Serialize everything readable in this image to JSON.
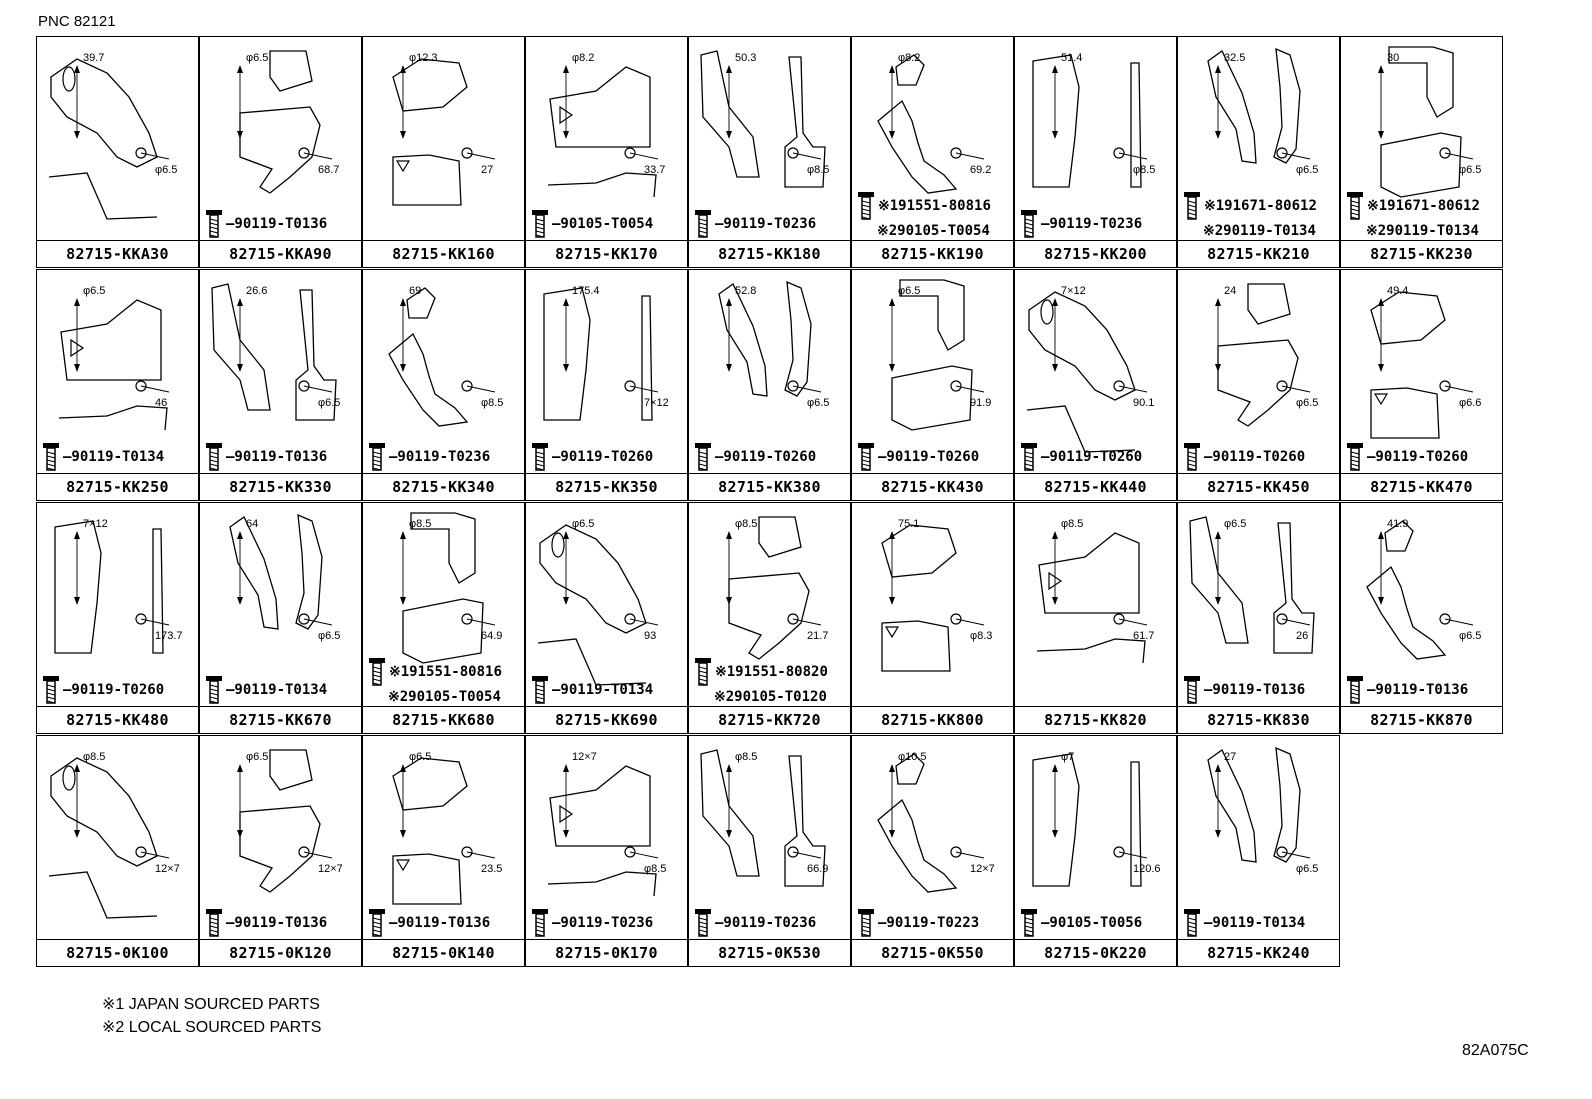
{
  "header": {
    "pnc": "PNC 82121"
  },
  "footer": {
    "note1": "※1 JAPAN SOURCED PARTS",
    "note2": "※2 LOCAL SOURCED PARTS",
    "code": "82A075C"
  },
  "rows": [
    [
      {
        "part": "82715-KKA30",
        "bolts": [],
        "dims": [
          "39.7",
          "φ6.5"
        ]
      },
      {
        "part": "82715-KKA90",
        "bolts": [
          "90119-T0136"
        ],
        "dims": [
          "φ6.5",
          "68.7"
        ]
      },
      {
        "part": "82715-KK160",
        "bolts": [],
        "dims": [
          "φ12.3",
          "27"
        ]
      },
      {
        "part": "82715-KK170",
        "bolts": [
          "90105-T0054"
        ],
        "dims": [
          "φ8.2",
          "33.7"
        ]
      },
      {
        "part": "82715-KK180",
        "bolts": [
          "90119-T0236"
        ],
        "dims": [
          "50.3",
          "φ8.5"
        ]
      },
      {
        "part": "82715-KK190",
        "bolts": [
          "※191551-80816",
          "※290105-T0054"
        ],
        "dims": [
          "φ8.2",
          "69.2"
        ]
      },
      {
        "part": "82715-KK200",
        "bolts": [
          "90119-T0236"
        ],
        "dims": [
          "51.4",
          "φ8.5"
        ]
      },
      {
        "part": "82715-KK210",
        "bolts": [
          "※191671-80612",
          "※290119-T0134"
        ],
        "dims": [
          "32.5",
          "φ6.5"
        ]
      },
      {
        "part": "82715-KK230",
        "bolts": [
          "※191671-80612",
          "※290119-T0134"
        ],
        "dims": [
          "30",
          "φ6.5"
        ]
      }
    ],
    [
      {
        "part": "82715-KK250",
        "bolts": [
          "90119-T0134"
        ],
        "dims": [
          "φ6.5",
          "46"
        ]
      },
      {
        "part": "82715-KK330",
        "bolts": [
          "90119-T0136"
        ],
        "dims": [
          "26.6",
          "φ6.5"
        ]
      },
      {
        "part": "82715-KK340",
        "bolts": [
          "90119-T0236"
        ],
        "dims": [
          "69",
          "φ8.5"
        ]
      },
      {
        "part": "82715-KK350",
        "bolts": [
          "90119-T0260"
        ],
        "dims": [
          "175.4",
          "7×12"
        ]
      },
      {
        "part": "82715-KK380",
        "bolts": [
          "90119-T0260"
        ],
        "dims": [
          "52.8",
          "φ6.5"
        ]
      },
      {
        "part": "82715-KK430",
        "bolts": [
          "90119-T0260"
        ],
        "dims": [
          "φ6.5",
          "91.9"
        ]
      },
      {
        "part": "82715-KK440",
        "bolts": [
          "90119-T0260"
        ],
        "dims": [
          "7×12",
          "90.1"
        ]
      },
      {
        "part": "82715-KK450",
        "bolts": [
          "90119-T0260"
        ],
        "dims": [
          "24",
          "φ6.5"
        ]
      },
      {
        "part": "82715-KK470",
        "bolts": [
          "90119-T0260"
        ],
        "dims": [
          "49.4",
          "φ6.6"
        ]
      }
    ],
    [
      {
        "part": "82715-KK480",
        "bolts": [
          "90119-T0260"
        ],
        "dims": [
          "7×12",
          "173.7"
        ]
      },
      {
        "part": "82715-KK670",
        "bolts": [
          "90119-T0134"
        ],
        "dims": [
          "64",
          "φ6.5"
        ]
      },
      {
        "part": "82715-KK680",
        "bolts": [
          "※191551-80816",
          "※290105-T0054"
        ],
        "dims": [
          "φ8.5",
          "64.9"
        ]
      },
      {
        "part": "82715-KK690",
        "bolts": [
          "90119-T0134"
        ],
        "dims": [
          "φ6.5",
          "93"
        ]
      },
      {
        "part": "82715-KK720",
        "bolts": [
          "※191551-80820",
          "※290105-T0120"
        ],
        "dims": [
          "φ8.5",
          "21.7"
        ]
      },
      {
        "part": "82715-KK800",
        "bolts": [],
        "dims": [
          "75.1",
          "φ8.3"
        ]
      },
      {
        "part": "82715-KK820",
        "bolts": [],
        "dims": [
          "φ8.5",
          "61.7"
        ]
      },
      {
        "part": "82715-KK830",
        "bolts": [
          "90119-T0136"
        ],
        "dims": [
          "φ6.5",
          "26"
        ]
      },
      {
        "part": "82715-KK870",
        "bolts": [
          "90119-T0136"
        ],
        "dims": [
          "41.9",
          "φ6.5"
        ]
      }
    ],
    [
      {
        "part": "82715-0K100",
        "bolts": [],
        "dims": [
          "φ8.5",
          "12×7"
        ]
      },
      {
        "part": "82715-0K120",
        "bolts": [
          "90119-T0136"
        ],
        "dims": [
          "φ6.5",
          "12×7"
        ]
      },
      {
        "part": "82715-0K140",
        "bolts": [
          "90119-T0136"
        ],
        "dims": [
          "φ6.5",
          "23.5"
        ]
      },
      {
        "part": "82715-0K170",
        "bolts": [
          "90119-T0236"
        ],
        "dims": [
          "12×7",
          "φ8.5"
        ]
      },
      {
        "part": "82715-0K530",
        "bolts": [
          "90119-T0236"
        ],
        "dims": [
          "φ8.5",
          "66.9"
        ]
      },
      {
        "part": "82715-0K550",
        "bolts": [
          "90119-T0223"
        ],
        "dims": [
          "φ10.5",
          "12×7"
        ]
      },
      {
        "part": "82715-0K220",
        "bolts": [
          "90105-T0056"
        ],
        "dims": [
          "φ7",
          "120.6"
        ]
      },
      {
        "part": "82715-KK240",
        "bolts": [
          "90119-T0134"
        ],
        "dims": [
          "27",
          "φ6.5"
        ]
      }
    ]
  ]
}
